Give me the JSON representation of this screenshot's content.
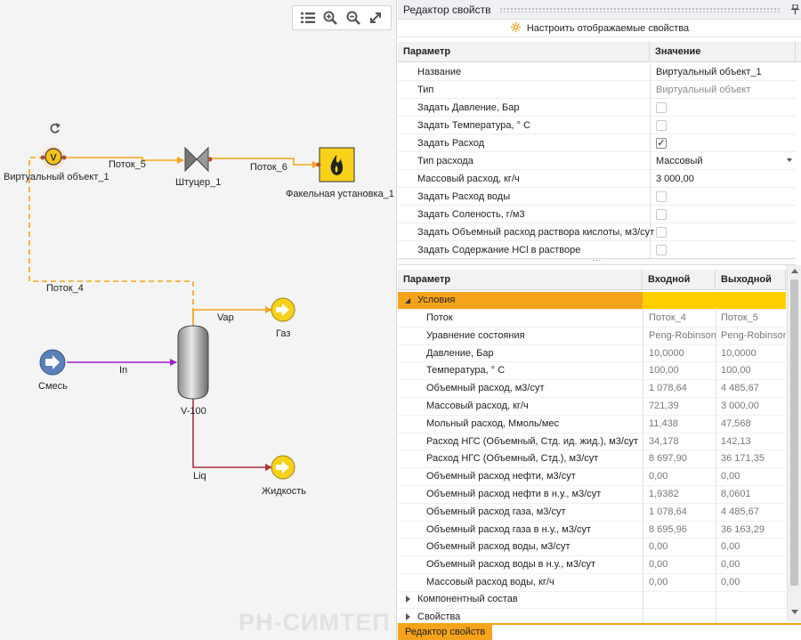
{
  "canvas": {
    "toolbar": [
      "list-icon",
      "zoom-in-icon",
      "zoom-out-icon",
      "fit-icon"
    ],
    "nodes": {
      "virtual": "Виртуальный объект_1",
      "choke": "Штуцер_1",
      "flare": "Факельная установка_1",
      "mix": "Смесь",
      "separator": "V-100",
      "gas": "Газ",
      "liquid": "Жидкость"
    },
    "streams": {
      "s5": "Поток_5",
      "s6": "Поток_6",
      "s4": "Поток_4",
      "vap": "Vap",
      "inn": "In",
      "liq": "Liq"
    },
    "virtual_glyph": "V",
    "watermark": "РН-СИМТЕП"
  },
  "panel": {
    "title": "Редактор свойств",
    "configure": "Настроить отображаемые свойства",
    "grid1": {
      "col_param": "Параметр",
      "col_value": "Значение",
      "rows": [
        {
          "name": "Название",
          "value": "Виртуальный объект_1"
        },
        {
          "name": "Тип",
          "value": "Виртуальный объект"
        },
        {
          "name": "Задать Давление, Бар",
          "checked": false
        },
        {
          "name": "Задать Температура, ° С",
          "checked": false
        },
        {
          "name": "Задать Расход",
          "checked": true
        },
        {
          "name": "Тип расхода",
          "value": "Массовый"
        },
        {
          "name": "Массовый расход, кг/ч",
          "value": "3 000,00"
        },
        {
          "name": "Задать Расход воды",
          "checked": false
        },
        {
          "name": "Задать Соленость, г/м3",
          "checked": false
        },
        {
          "name": "Задать Объемный расход раствора кислоты, м3/сут",
          "checked": false
        },
        {
          "name": "Задать Содержание HCl в растворе",
          "checked": false
        }
      ]
    },
    "grid2": {
      "col_param": "Параметр",
      "col_in": "Входной",
      "col_out": "Выходной",
      "section_conditions": "Условия",
      "rows": [
        {
          "name": "Поток",
          "in": "Поток_4",
          "out": "Поток_5"
        },
        {
          "name": "Уравнение состояния",
          "in": "Peng-Robinson",
          "out": "Peng-Robinson"
        },
        {
          "name": "Давление, Бар",
          "in": "10,0000",
          "out": "10,0000"
        },
        {
          "name": "Температура, ° С",
          "in": "100,00",
          "out": "100,00"
        },
        {
          "name": "Объемный расход, м3/сут",
          "in": "1 078,64",
          "out": "4 485,67"
        },
        {
          "name": "Массовый расход, кг/ч",
          "in": "721,39",
          "out": "3 000,00"
        },
        {
          "name": "Мольный расход, Ммоль/мес",
          "in": "11,438",
          "out": "47,568"
        },
        {
          "name": "Расход НГС (Объемный, Стд. ид. жид.), м3/сут",
          "in": "34,178",
          "out": "142,13"
        },
        {
          "name": "Расход НГС (Объемный, Стд.), м3/сут",
          "in": "8 697,90",
          "out": "36 171,35"
        },
        {
          "name": "Объемный расход нефти, м3/сут",
          "in": "0,00",
          "out": "0,00"
        },
        {
          "name": "Объемный расход нефти в н.у., м3/сут",
          "in": "1,9382",
          "out": "8,0601"
        },
        {
          "name": "Объемный расход газа, м3/сут",
          "in": "1 078,64",
          "out": "4 485,67"
        },
        {
          "name": "Объемный расход газа в н.у., м3/сут",
          "in": "8 695,96",
          "out": "36 163,29"
        },
        {
          "name": "Объемный расход воды, м3/сут",
          "in": "0,00",
          "out": "0,00"
        },
        {
          "name": "Объемный расход воды в н.у., м3/сут",
          "in": "0,00",
          "out": "0,00"
        },
        {
          "name": "Массовый расход воды, кг/ч",
          "in": "0,00",
          "out": "0,00"
        }
      ],
      "section_components": "Компонентный состав",
      "section_props": "Свойства"
    },
    "bottom_tab": "Редактор свойств"
  },
  "colors": {
    "accent": "#f5a31a",
    "stream_orange": "#f5a31a",
    "stream_purple": "#a020c8",
    "stream_red": "#b03040"
  }
}
